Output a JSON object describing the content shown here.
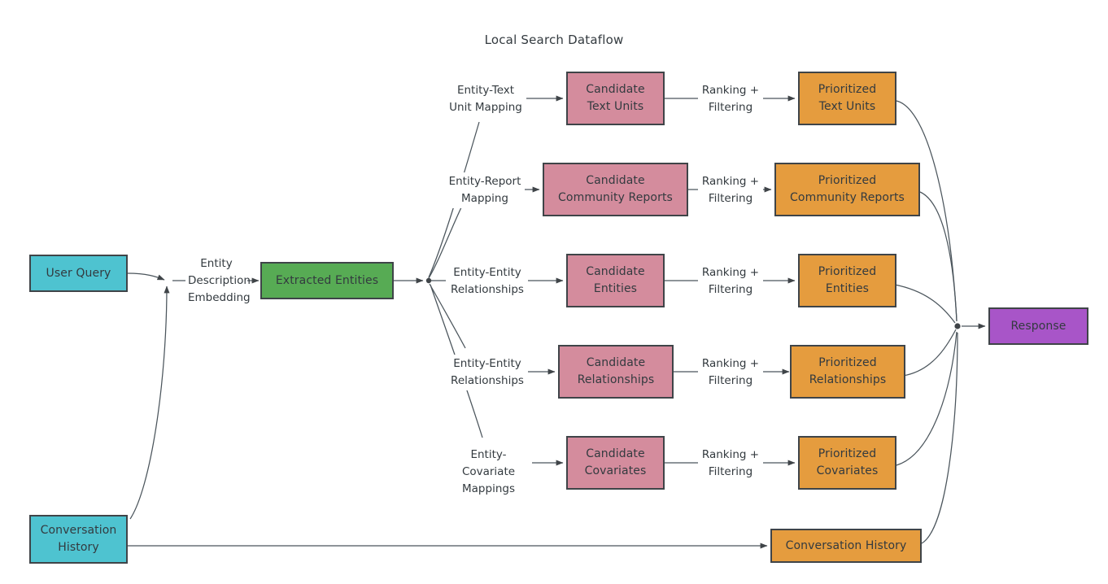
{
  "title": "Local Search Dataflow",
  "colors": {
    "cyan": "#4ec3d0",
    "green": "#57ab54",
    "pink": "#d48c9d",
    "orange": "#e59c3e",
    "purple": "#a855c8",
    "stroke": "#3f4448",
    "edge": "#4b555c",
    "text": "#333a3f",
    "background": "#ffffff"
  },
  "nodes": {
    "user_query": "User Query",
    "conversation_history_input": "Conversation\nHistory",
    "extracted_entities": "Extracted Entities",
    "candidate_text_units": "Candidate\nText Units",
    "candidate_community_reports": "Candidate\nCommunity Reports",
    "candidate_entities": "Candidate\nEntities",
    "candidate_relationships": "Candidate\nRelationships",
    "candidate_covariates": "Candidate\nCovariates",
    "prioritized_text_units": "Prioritized\nText Units",
    "prioritized_community_reports": "Prioritized\nCommunity Reports",
    "prioritized_entities": "Prioritized\nEntities",
    "prioritized_relationships": "Prioritized\nRelationships",
    "prioritized_covariates": "Prioritized\nCovariates",
    "conversation_history_output": "Conversation History",
    "response": "Response"
  },
  "edge_labels": {
    "entity_description_embedding": "Entity\nDescription\nEmbedding",
    "entity_text_unit_mapping": "Entity-Text\nUnit Mapping",
    "entity_report_mapping": "Entity-Report\nMapping",
    "entity_entity_relationships_1": "Entity-Entity\nRelationships",
    "entity_entity_relationships_2": "Entity-Entity\nRelationships",
    "entity_covariate_mappings": "Entity-Covariate\nMappings",
    "ranking_filtering_1": "Ranking +\nFiltering",
    "ranking_filtering_2": "Ranking +\nFiltering",
    "ranking_filtering_3": "Ranking +\nFiltering",
    "ranking_filtering_4": "Ranking +\nFiltering",
    "ranking_filtering_5": "Ranking +\nFiltering"
  }
}
